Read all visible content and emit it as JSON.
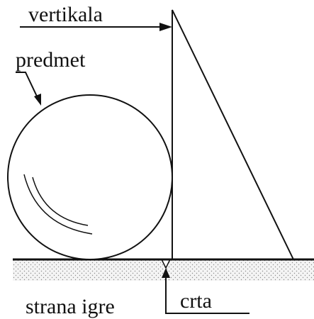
{
  "labels": {
    "vertikala": "vertikala",
    "predmet": "predmet",
    "crta": "crta",
    "strana_igre": "strana igre"
  }
}
